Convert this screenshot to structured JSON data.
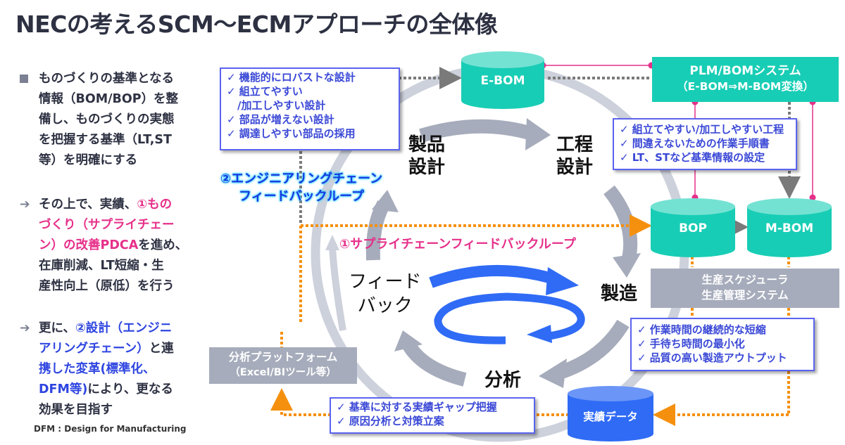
{
  "title": "NECの考えるSCM〜ECMアプローチの全体像",
  "left_panel": {
    "bullet1": {
      "lines": [
        "ものづくりの基準となる",
        "情報（BOM/BOP）を整",
        "備し、ものづくりの実態",
        "を把握する基準（LT,ST",
        "等）を明確にする"
      ]
    },
    "bullet2": {
      "prefix": "その上で、実績、",
      "pink_lines": [
        "①もの",
        "づくり（サプライチェー",
        "ン）の改善PDCA"
      ],
      "suffix": "を進め、",
      "lines": [
        "在庫削減、LT短縮・生",
        "産性向上（原低）を行う"
      ]
    },
    "bullet3": {
      "prefix": "更に、",
      "blue_1": "②設計（エンジニ",
      "blue_2": "アリングチェーン）",
      "mid": "と連",
      "blue_3": "携した変革(標準化、",
      "blue_4": "DFM等)",
      "suffix_4": "により、更なる",
      "line5": "効果を目指す"
    },
    "footnote": "DFM : Design for Manufacturing"
  },
  "stages": {
    "product_design": [
      "製品",
      "設計"
    ],
    "process_design": [
      "工程",
      "設計"
    ],
    "manufacturing": "製造",
    "analysis": "分析",
    "feedback": [
      "フィード",
      "バック"
    ]
  },
  "databases": {
    "ebom": "E-BOM",
    "bop": "BOP",
    "mbom": "M-BOM",
    "actual": "実績データ"
  },
  "systems": {
    "plm": [
      "PLM/BOMシステム",
      "（E-BOM⇒M-BOM変換）"
    ],
    "scheduler": [
      "生産スケジューラ",
      "生産管理システム"
    ],
    "analytics": [
      "分析プラットフォーム",
      "（Excel/BIツール等）"
    ]
  },
  "checklists": {
    "design": [
      "✓ 機能的にロバストな設計",
      "✓ 組立てやすい",
      "　/加工しやすい設計",
      "✓ 部品が増えない設計",
      "✓ 調達しやすい部品の採用"
    ],
    "process": [
      "✓ 組立てやすい/加工しやすい工程",
      "✓ 間違えないための作業手順書",
      "✓ LT、STなど基準情報の設定"
    ],
    "manufacturing": [
      "✓ 作業時間の継続的な短縮",
      "✓ 手待ち時間の最小化",
      "✓ 品質の高い製造アウトプット"
    ],
    "analysis": [
      "✓ 基準に対する実績ギャップ把握",
      "✓ 原因分析と対策立案"
    ]
  },
  "loops": {
    "engineering": [
      "②エンジニアリングチェーン",
      "フィードバックループ"
    ],
    "supply_chain": "①サプライチェーンフィードバックループ"
  },
  "colors": {
    "teal": "#18cdb5",
    "teal_top": "#74e2d3",
    "blue_db": "#2f6bf5",
    "pink": "#e6308a",
    "orange": "#f5900f",
    "grey_arrow": "#a6acbb",
    "check_border": "#5b63ef",
    "loop_blue": "#1a37e0"
  }
}
